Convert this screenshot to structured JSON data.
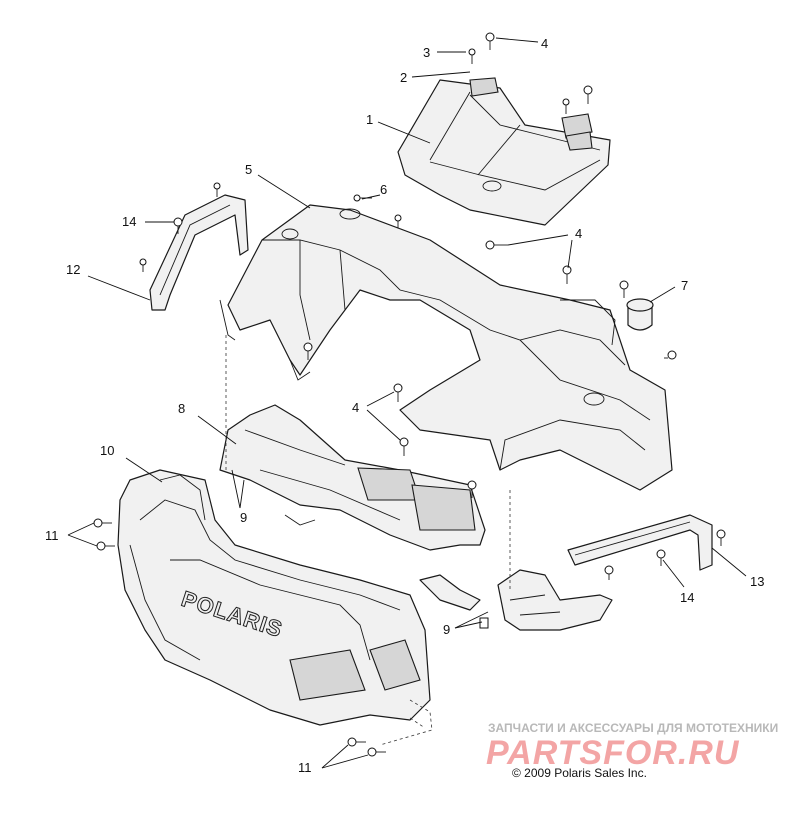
{
  "callouts": {
    "c1": "1",
    "c2": "2",
    "c3": "3",
    "c4a": "4",
    "c4b": "4",
    "c4c": "4",
    "c5": "5",
    "c6": "6",
    "c7": "7",
    "c8": "8",
    "c9a": "9",
    "c9b": "9",
    "c10": "10",
    "c11a": "11",
    "c11b": "11",
    "c12": "12",
    "c13": "13",
    "c14a": "14",
    "c14b": "14"
  },
  "logo": "POLARIS",
  "watermark": {
    "tagline": "ЗАПЧАСТИ И АКСЕССУАРЫ ДЛЯ МОТОТЕХНИКИ",
    "brand": "PARTSFOR.RU"
  },
  "copyright": "© 2009 Polaris Sales Inc."
}
